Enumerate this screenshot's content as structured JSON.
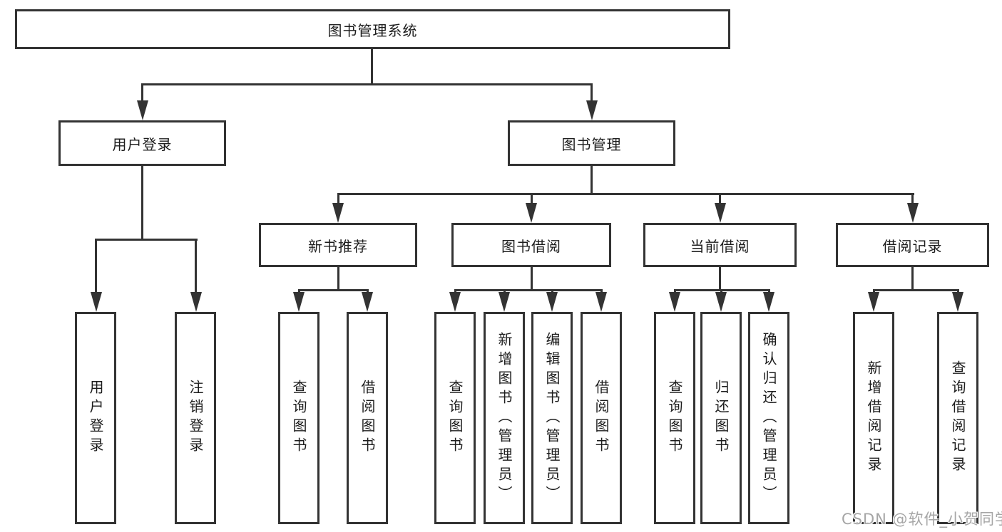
{
  "colors": {
    "line": "#333333",
    "text": "#1d1d1d",
    "background": "#ffffff",
    "watermark": "#a6a6a6"
  },
  "tree": {
    "root": {
      "label": "图书管理系统"
    },
    "branches": [
      {
        "label": "用户登录",
        "children": [
          {
            "label": "用户登录"
          },
          {
            "label": "注销登录"
          }
        ]
      },
      {
        "label": "图书管理",
        "children": [
          {
            "label": "新书推荐",
            "children": [
              {
                "label": "查询图书"
              },
              {
                "label": "借阅图书"
              }
            ]
          },
          {
            "label": "图书借阅",
            "children": [
              {
                "label": "查询图书"
              },
              {
                "label": "新增图书（管理员）"
              },
              {
                "label": "编辑图书（管理员）"
              },
              {
                "label": "借阅图书"
              }
            ]
          },
          {
            "label": "当前借阅",
            "children": [
              {
                "label": "查询图书"
              },
              {
                "label": "归还图书"
              },
              {
                "label": "确认归还（管理员）"
              }
            ]
          },
          {
            "label": "借阅记录",
            "children": [
              {
                "label": "新增借阅记录"
              },
              {
                "label": "查询借阅记录"
              }
            ]
          }
        ]
      }
    ]
  },
  "watermark": {
    "text": "CSDN @软件_小贺同学"
  }
}
